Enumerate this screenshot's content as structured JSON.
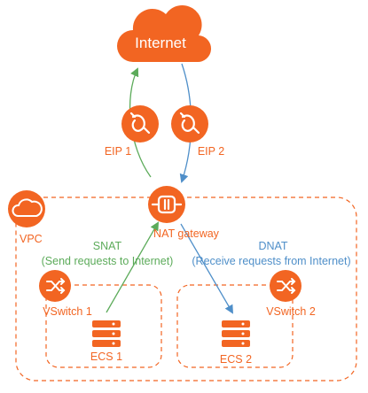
{
  "colors": {
    "orange": "#f26522",
    "snat_green": "#5cab5a",
    "dnat_blue": "#4f8fc9",
    "white": "#ffffff"
  },
  "internet": {
    "label": "Internet",
    "icon": "cloud-icon"
  },
  "eips": [
    {
      "label": "EIP 1",
      "icon": "eip-link-icon"
    },
    {
      "label": "EIP 2",
      "icon": "eip-link-icon"
    }
  ],
  "vpc": {
    "label": "VPC",
    "icon": "vpc-cloud-icon"
  },
  "nat_gateway": {
    "label": "NAT gateway",
    "icon": "nat-gateway-icon"
  },
  "snat": {
    "title": "SNAT",
    "subtitle": "(Send requests to Internet)"
  },
  "dnat": {
    "title": "DNAT",
    "subtitle": "(Receive requests from Internet)"
  },
  "vswitches": [
    {
      "label": "VSwitch 1",
      "icon": "vswitch-shuffle-icon"
    },
    {
      "label": "VSwitch 2",
      "icon": "vswitch-shuffle-icon"
    }
  ],
  "ecs": [
    {
      "label": "ECS 1",
      "icon": "ecs-server-icon"
    },
    {
      "label": "ECS 2",
      "icon": "ecs-server-icon"
    }
  ]
}
